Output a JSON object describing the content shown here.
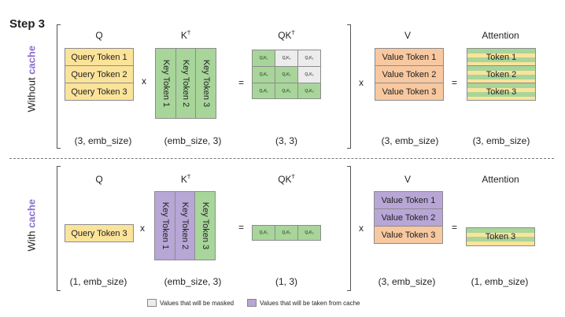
{
  "title": "Step 3",
  "without": {
    "side_word": "Without",
    "side_cache": "cache",
    "q_label": "Q",
    "k_label": "K",
    "k_sup": "T",
    "qk_label": "QK",
    "qk_sup": "T",
    "v_label": "V",
    "att_label": "Attention",
    "q_tokens": [
      "Query Token 1",
      "Query Token 2",
      "Query Token 3"
    ],
    "k_tokens": [
      "Key Token 1",
      "Key Token 2",
      "Key Token 3"
    ],
    "qk_cells": [
      [
        "Q₁K₁",
        "Q₁K₂",
        "Q₁K₃"
      ],
      [
        "Q₂K₁",
        "Q₂K₂",
        "Q₂K₃"
      ],
      [
        "Q₃K₁",
        "Q₃K₂",
        "Q₃K₃"
      ]
    ],
    "v_tokens": [
      "Value Token 1",
      "Value Token 2",
      "Value Token 3"
    ],
    "att_tokens": [
      "Token 1",
      "Token 2",
      "Token 3"
    ],
    "dim_q": "(3, emb_size)",
    "dim_k": "(emb_size, 3)",
    "dim_qk": "(3, 3)",
    "dim_v": "(3, emb_size)",
    "dim_att": "(3, emb_size)",
    "op_x1": "x",
    "op_eq1": "=",
    "op_x2": "x",
    "op_eq2": "="
  },
  "with": {
    "side_word": "With",
    "side_cache": "cache",
    "q_label": "Q",
    "k_label": "K",
    "k_sup": "T",
    "qk_label": "QK",
    "qk_sup": "T",
    "v_label": "V",
    "att_label": "Attention",
    "q_tokens": [
      "Query Token 3"
    ],
    "k_tokens": [
      "Key Token 1",
      "Key Token 2",
      "Key Token 3"
    ],
    "qk_cells": [
      [
        "Q₃K₁",
        "Q₃K₂",
        "Q₃K₃"
      ]
    ],
    "v_tokens": [
      "Value Token 1",
      "Value Token 2",
      "Value Token 3"
    ],
    "att_tokens": [
      "Token 3"
    ],
    "dim_q": "(1, emb_size)",
    "dim_k": "(emb_size, 3)",
    "dim_qk": "(1, 3)",
    "dim_v": "(3, emb_size)",
    "dim_att": "(1, emb_size)",
    "op_x1": "x",
    "op_eq1": "=",
    "op_x2": "x",
    "op_eq2": "="
  },
  "legend": {
    "masked": "Values that will be masked",
    "cached": "Values that will be taken from cache"
  },
  "colors": {
    "query": "#fbe39a",
    "value": "#f8c8a0",
    "cached": "#b7a6d6",
    "key": "#a8d59a",
    "masked": "#ececec",
    "cache_text": "#8b6fcf"
  }
}
